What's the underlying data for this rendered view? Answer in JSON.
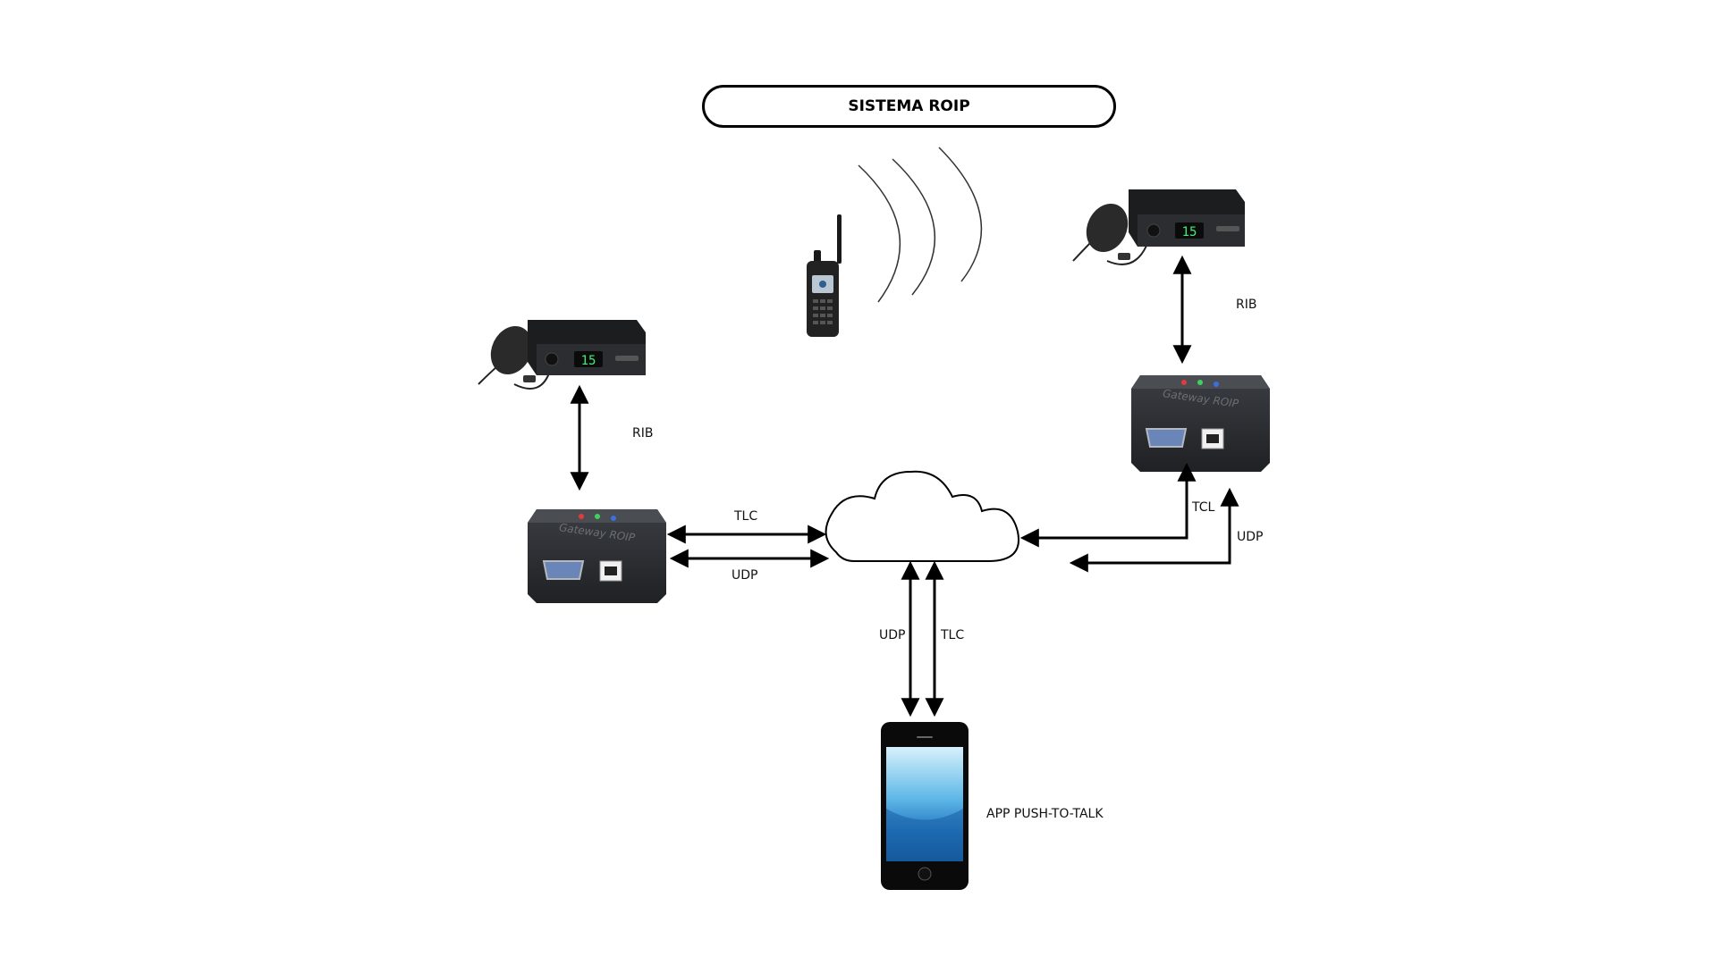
{
  "title": "SISTEMA ROIP",
  "labels": {
    "rib_left": "RIB",
    "rib_right": "RIB",
    "tlc_left": "TLC",
    "udp_left": "UDP",
    "udp_center": "UDP",
    "tlc_center": "TLC",
    "tcl_right": "TCL",
    "udp_right": "UDP",
    "app": "APP PUSH-TO-TALK"
  },
  "device_text": {
    "gateway_left": "Gateway ROIP",
    "gateway_right": "Gateway ROIP",
    "radio_left_display": "15",
    "radio_right_display": "15"
  },
  "colors": {
    "line": "#000000",
    "device_body": "#2b2d30",
    "screen_top": "#bfe6f7",
    "screen_bottom": "#1e6fb8",
    "display_digits": "#3df07a"
  }
}
